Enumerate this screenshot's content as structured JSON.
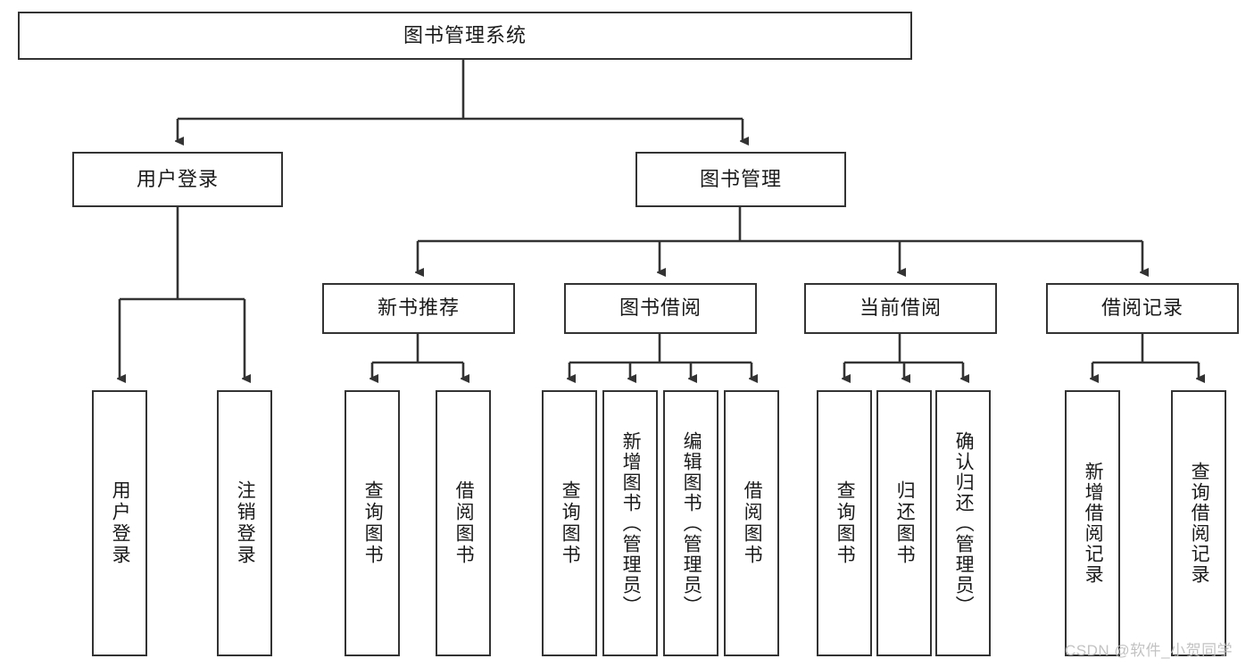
{
  "diagram": {
    "title": "图书管理系统",
    "type": "tree",
    "watermark": "CSDN @软件_小贺同学",
    "nodes": {
      "root": {
        "label": "图书管理系统",
        "level": 1,
        "orientation": "horizontal"
      },
      "l2": [
        {
          "id": "user-login",
          "label": "用户登录",
          "orientation": "horizontal"
        },
        {
          "id": "book-manage",
          "label": "图书管理",
          "orientation": "horizontal"
        }
      ],
      "l3": [
        {
          "id": "new-book-rec",
          "label": "新书推荐",
          "orientation": "horizontal",
          "parent": "book-manage"
        },
        {
          "id": "book-borrow",
          "label": "图书借阅",
          "orientation": "horizontal",
          "parent": "book-manage"
        },
        {
          "id": "current-borrow",
          "label": "当前借阅",
          "orientation": "horizontal",
          "parent": "book-manage"
        },
        {
          "id": "borrow-record",
          "label": "借阅记录",
          "orientation": "horizontal",
          "parent": "book-manage"
        }
      ],
      "leaves": [
        {
          "id": "leaf-user-login",
          "label": "用户登录",
          "parent": "user-login",
          "orientation": "vertical"
        },
        {
          "id": "leaf-user-logout",
          "label": "注销登录",
          "parent": "user-login",
          "orientation": "vertical"
        },
        {
          "id": "leaf-query-book-1",
          "label": "查询图书",
          "parent": "new-book-rec",
          "orientation": "vertical"
        },
        {
          "id": "leaf-borrow-book-1",
          "label": "借阅图书",
          "parent": "new-book-rec",
          "orientation": "vertical"
        },
        {
          "id": "leaf-query-book-2",
          "label": "查询图书",
          "parent": "book-borrow",
          "orientation": "vertical"
        },
        {
          "id": "leaf-add-book",
          "label": "新增图书（管理员）",
          "parent": "book-borrow",
          "orientation": "vertical"
        },
        {
          "id": "leaf-edit-book",
          "label": "编辑图书（管理员）",
          "parent": "book-borrow",
          "orientation": "vertical"
        },
        {
          "id": "leaf-borrow-book-2",
          "label": "借阅图书",
          "parent": "book-borrow",
          "orientation": "vertical"
        },
        {
          "id": "leaf-query-book-3",
          "label": "查询图书",
          "parent": "current-borrow",
          "orientation": "vertical"
        },
        {
          "id": "leaf-return-book",
          "label": "归还图书",
          "parent": "current-borrow",
          "orientation": "vertical"
        },
        {
          "id": "leaf-confirm-return",
          "label": "确认归还（管理员）",
          "parent": "current-borrow",
          "orientation": "vertical"
        },
        {
          "id": "leaf-add-record",
          "label": "新增借阅记录",
          "parent": "borrow-record",
          "orientation": "vertical"
        },
        {
          "id": "leaf-query-record",
          "label": "查询借阅记录",
          "parent": "borrow-record",
          "orientation": "vertical"
        }
      ]
    },
    "colors": {
      "stroke": "#333333",
      "fill": "#ffffff",
      "text": "#1a1a1a",
      "watermark": "#bdbdbd"
    }
  }
}
